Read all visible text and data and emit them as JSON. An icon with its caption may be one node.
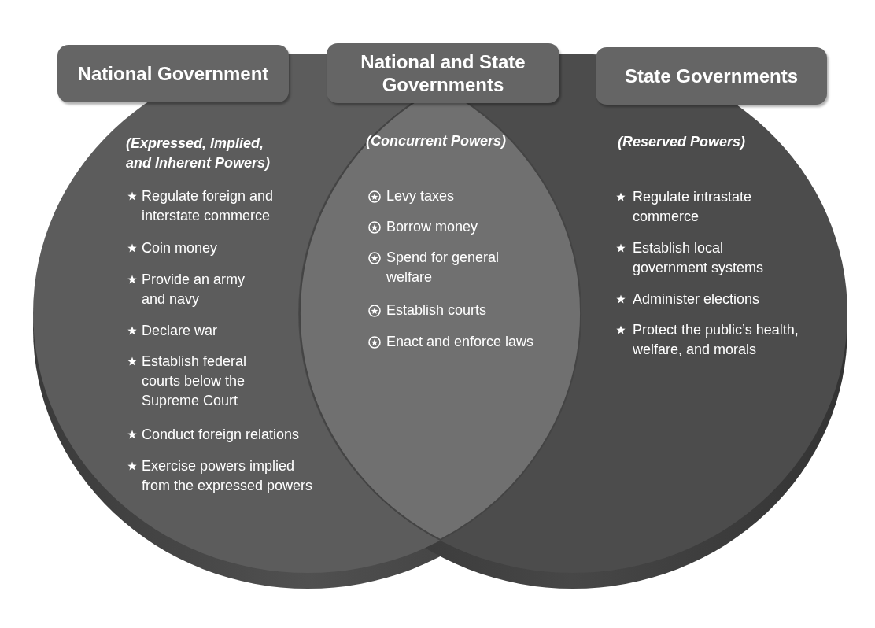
{
  "diagram": {
    "nodes": [
      {
        "text": [
          "National Government"
        ]
      },
      {
        "text": [
          "National and State Governments"
        ]
      },
      {
        "text": [
          "State Governments"
        ]
      },
      {
        "text": [
          "(Expressed, Implied, and Inherent Powers)",
          "Regulate foreign and interstate commerce",
          "Coin money",
          "Provide an army and navy",
          "Declare war",
          "Establish federal courts below the Supreme Court",
          "Conduct foreign relations",
          "Exercise powers implied from the expressed powers"
        ]
      },
      {
        "text": [
          "(Concurrent Powers)",
          "Levy taxes",
          "Borrow money",
          "Spend for general welfare",
          "Establish courts",
          "Enact and enforce laws"
        ]
      },
      {
        "text": [
          "(Reserved Powers)",
          "Regulate intrastate commerce",
          "Establish local government systems",
          "Administer elections",
          "Protect the public’s health, welfare, and morals"
        ]
      }
    ]
  }
}
